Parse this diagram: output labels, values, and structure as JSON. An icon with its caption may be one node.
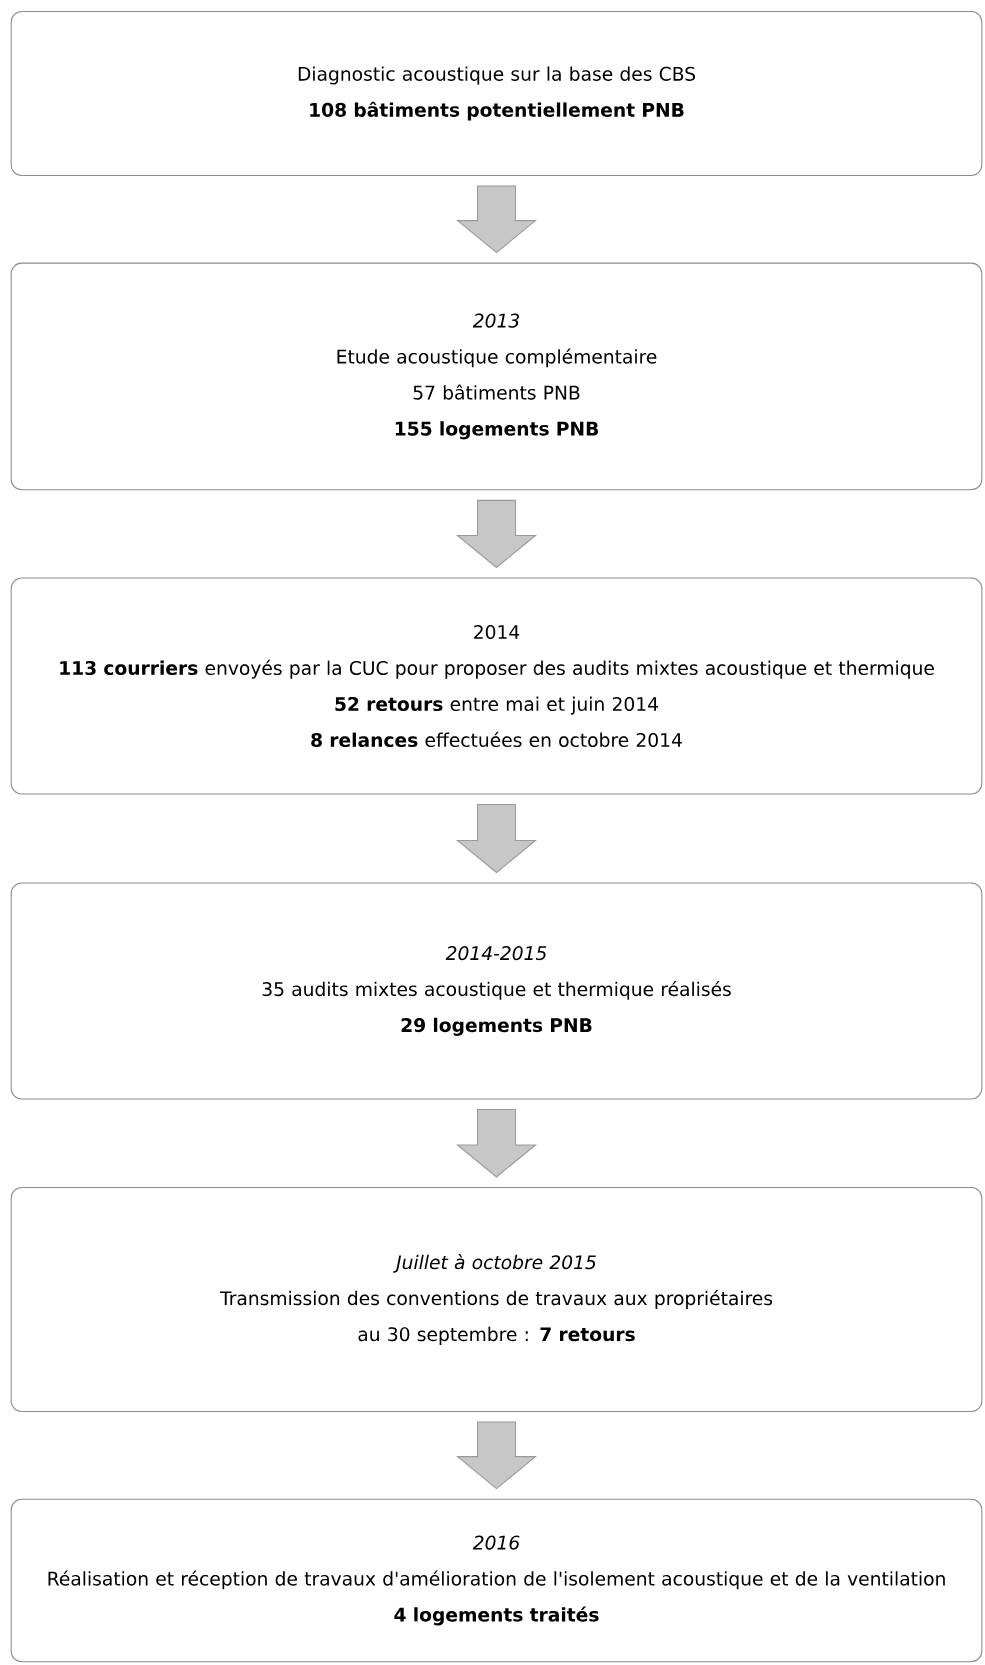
{
  "diagram": {
    "nodes": [
      {
        "text": [
          "Diagnostic acoustique sur la base des CBS",
          "108 bâtiments potentiellement PNB"
        ]
      },
      {
        "text": [
          "2013",
          "Etude acoustique complémentaire",
          "57 bâtiments PNB",
          "155 logements PNB"
        ]
      },
      {
        "text": [
          "2014",
          "**113 courriers** envoyés par la CUC pour proposer des audits mixtes acoustique et thermique",
          "**52 retours** entre mai et juin 2014",
          "**8 relances** effectuées en octobre 2014"
        ]
      },
      {
        "text": [
          "2014-2015",
          "35 audits mixtes acoustique et thermique réalisés",
          "29 logements PNB"
        ]
      },
      {
        "text": [
          "Juillet à octobre 2015",
          "Transmission des conventions de travaux aux propriétaires",
          "au 30 septembre : **7 retours**"
        ]
      },
      {
        "text": [
          "2016",
          "Réalisation et réception de travaux d'amélioration de l'isolement acoustique et de la ventilation",
          "4 logements traités"
        ]
      }
    ],
    "edges": [
      {
        "from": 0,
        "to": 1,
        "arrow": "to"
      },
      {
        "from": 1,
        "to": 2,
        "arrow": "to"
      },
      {
        "from": 2,
        "to": 3,
        "arrow": "to"
      },
      {
        "from": 3,
        "to": 4,
        "arrow": "to"
      },
      {
        "from": 4,
        "to": 5,
        "arrow": "to"
      }
    ]
  }
}
